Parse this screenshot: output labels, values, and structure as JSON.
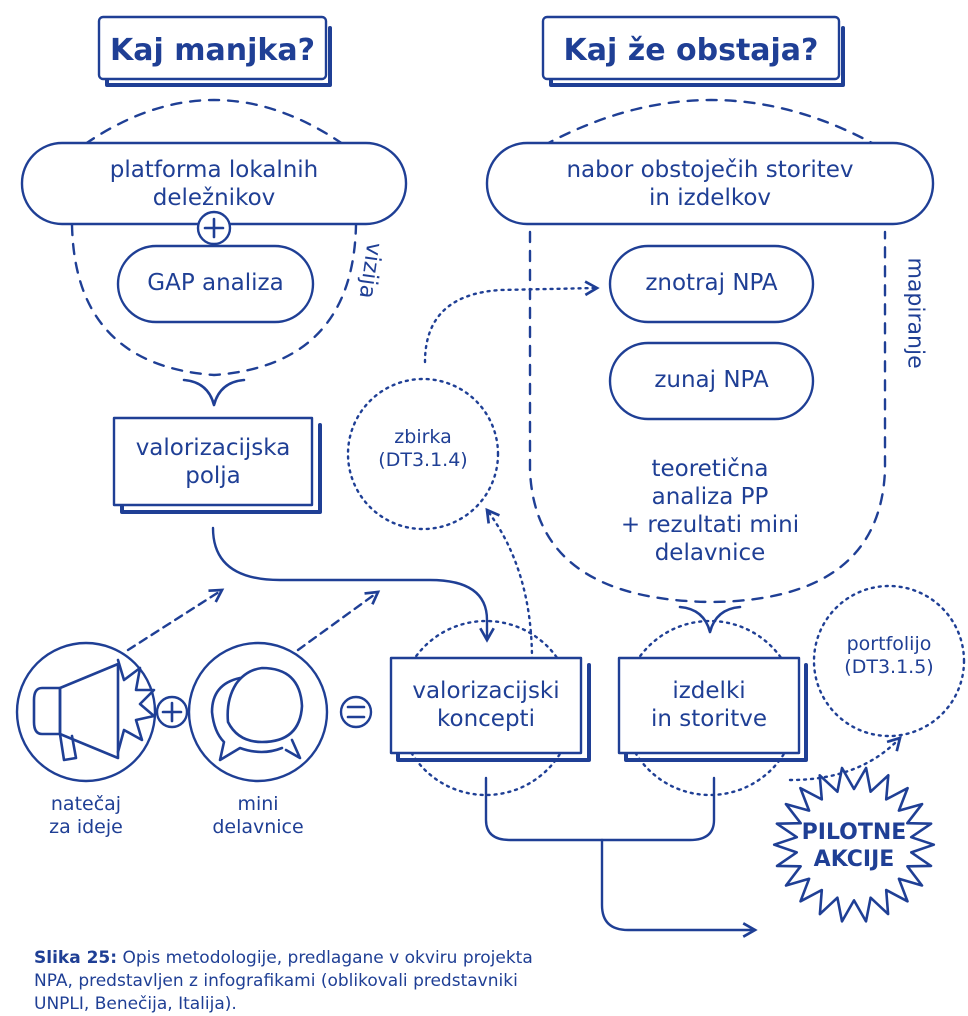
{
  "headers": {
    "left": "Kaj manjka?",
    "right": "Kaj že obstaja?"
  },
  "left_branch": {
    "platform": "platforma lokalnih\ndeležnikov",
    "gap": "GAP analiza",
    "side_label": "vizija",
    "valorization_fields": "valorizacijska\npolja"
  },
  "right_branch": {
    "set": "nabor obstoječih storitev\nin izdelkov",
    "inside": "znotraj NPA",
    "outside": "zunaj NPA",
    "side_label": "mapiranje",
    "analysis": "teoretična\nanaliza PP\n+ rezultati mini\ndelavnice"
  },
  "collections": {
    "zbirka": "zbirka\n(DT3.1.4)",
    "portfolio": "portfolijo\n(DT3.1.5)"
  },
  "inputs": {
    "contest": "natečaj\nza ideje",
    "workshops": "mini\ndelavnice"
  },
  "outputs": {
    "concepts": "valorizacijski\nkoncepti",
    "products": "izdelki\nin storitve",
    "pilot": "PILOTNE\nAKCIJE"
  },
  "icons": {
    "megaphone": "megaphone-icon",
    "speech": "speech-bubbles-icon",
    "plus": "plus-icon",
    "equals": "equals-icon"
  },
  "caption": {
    "label": "Slika 25:",
    "text": " Opis metodologije, predlagane v okviru projekta NPA, predstavljen z infografikami (oblikovali predstavniki UNPLI, Benečija, Italija)."
  },
  "colors": {
    "primary": "#1f3f95",
    "background": "#ffffff"
  }
}
